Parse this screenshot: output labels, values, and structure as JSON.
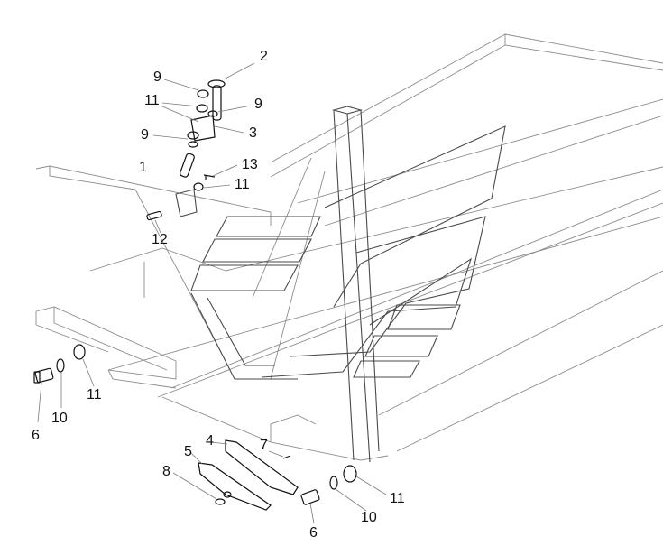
{
  "diagram": {
    "callouts": {
      "c1": "1",
      "c2": "2",
      "c3": "3",
      "c4": "4",
      "c5": "5",
      "c6a": "6",
      "c6b": "6",
      "c7": "7",
      "c8": "8",
      "c9a": "9",
      "c9b": "9",
      "c9c": "9",
      "c10a": "10",
      "c10b": "10",
      "c11a": "11",
      "c11b": "11",
      "c11c": "11",
      "c11d": "11",
      "c12": "12",
      "c13": "13"
    },
    "colors": {
      "line_dark": "#111111",
      "line_mid": "#4a4a4a",
      "line_light": "#8c8c8c",
      "background": "#ffffff"
    }
  }
}
